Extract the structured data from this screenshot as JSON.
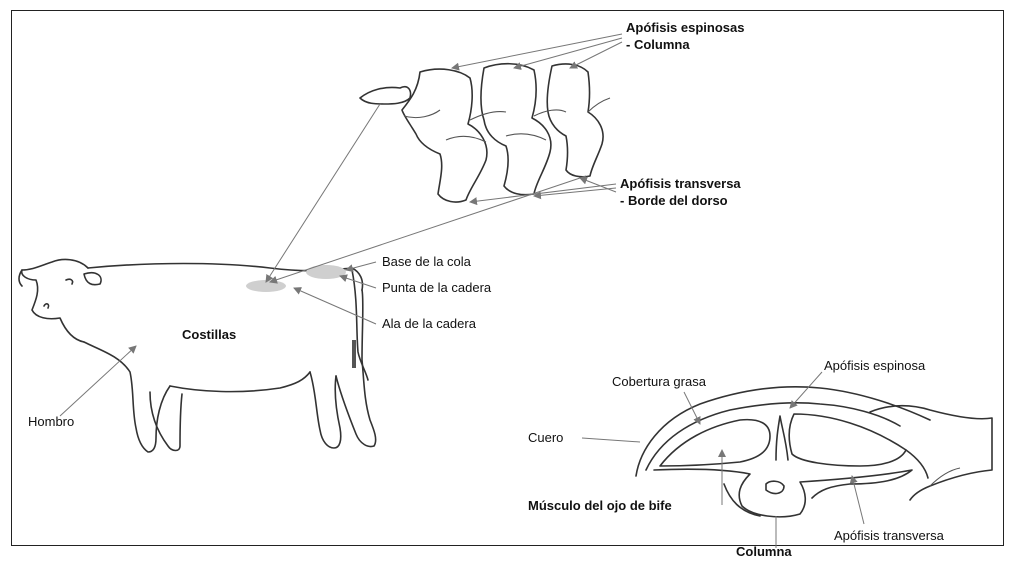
{
  "labels": {
    "apofisis_espinosas": "Apófisis espinosas",
    "columna_top": "- Columna",
    "apofisis_transversa": "Apófisis transversa",
    "borde_dorso": "- Borde del dorso",
    "base_cola": "Base de la cola",
    "punta_cadera": "Punta de la cadera",
    "ala_cadera": "Ala de la cadera",
    "costillas": "Costillas",
    "hombro": "Hombro",
    "apofisis_espinosa": "Apófisis espinosa",
    "cobertura_grasa": "Cobertura grasa",
    "cuero": "Cuero",
    "musculo_ojo_bife": "Músculo del ojo de bife",
    "columna_bottom": "Columna",
    "apofisis_transversa_bottom": "Apófisis transversa"
  }
}
